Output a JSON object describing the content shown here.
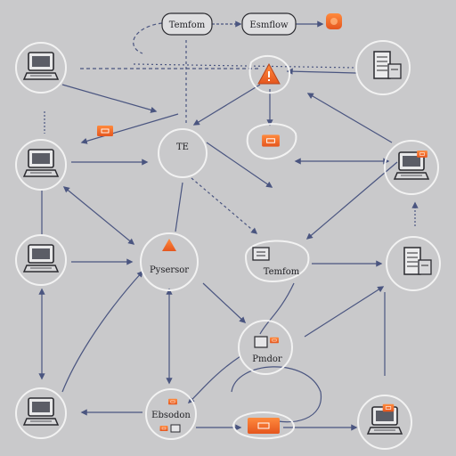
{
  "diagram": {
    "colors": {
      "background": "#c9c9cb",
      "edge": "#4a5580",
      "node_outline": "#f2f2f2",
      "accent": "#f26a2a",
      "ink": "#222228"
    },
    "labels": {
      "top_left_box": "Temfom",
      "top_right_box": "Esmflow",
      "center_circle": "TE",
      "middle_node": "Pysersor",
      "right_middle_node": "Temfom",
      "lower_node": "Pmdor",
      "bottom_node": "Ebsodon"
    },
    "icons": {
      "computer": "desktop-computer-icon",
      "server": "server-rack-icon",
      "warning": "warning-triangle-icon",
      "tag": "orange-tag-icon"
    }
  }
}
